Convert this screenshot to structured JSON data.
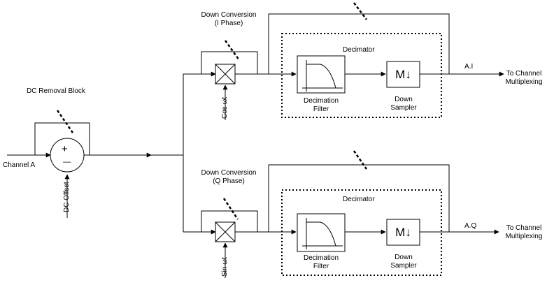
{
  "dc_removal": {
    "title": "DC Removal Block",
    "input_label": "Channel A",
    "offset_label": "DC Offset",
    "plus_sign": "+",
    "minus_sign": "—"
  },
  "upper_branch": {
    "title_line1": "Down Conversion",
    "title_line2": "(I Phase)",
    "carrier_label": "Cos ωt",
    "decimator_title": "Decimator",
    "filter_label_line1": "Decimation",
    "filter_label_line2": "Filter",
    "sampler_symbol": "M↓",
    "sampler_label_line1": "Down",
    "sampler_label_line2": "Sampler",
    "output_label": "A.I",
    "destination_line1": "To Channel",
    "destination_line2": "Multiplexing"
  },
  "lower_branch": {
    "title_line1": "Down Conversion",
    "title_line2": "(Q Phase)",
    "carrier_label": "Sin ωt",
    "decimator_title": "Decimator",
    "filter_label_line1": "Decimation",
    "filter_label_line2": "Filter",
    "sampler_symbol": "M↓",
    "sampler_label_line1": "Down",
    "sampler_label_line2": "Sampler",
    "output_label": "A.Q",
    "destination_line1": "To Channel",
    "destination_line2": "Multiplexing"
  },
  "colors": {
    "line": "#000000",
    "background": "#ffffff"
  }
}
